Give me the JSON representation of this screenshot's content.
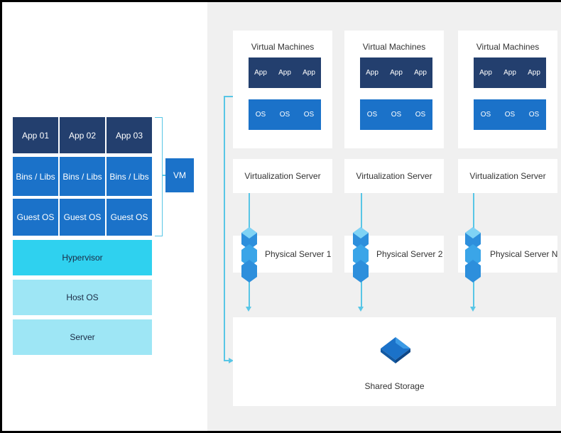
{
  "left_stack": {
    "apps": [
      "App 01",
      "App 02",
      "App 03"
    ],
    "bins": [
      "Bins / Libs",
      "Bins / Libs",
      "Bins / Libs"
    ],
    "guest_os": [
      "Guest OS",
      "Guest OS",
      "Guest OS"
    ],
    "hypervisor": "Hypervisor",
    "host_os": "Host OS",
    "server": "Server",
    "vm_label": "VM"
  },
  "servers": [
    {
      "vm_title": "Virtual Machines",
      "apps": [
        "App",
        "App",
        "App"
      ],
      "os": [
        "OS",
        "OS",
        "OS"
      ],
      "virtualization": "Virtualization Server",
      "physical": "Physical Server 1"
    },
    {
      "vm_title": "Virtual Machines",
      "apps": [
        "App",
        "App",
        "App"
      ],
      "os": [
        "OS",
        "OS",
        "OS"
      ],
      "virtualization": "Virtualization Server",
      "physical": "Physical Server 2"
    },
    {
      "vm_title": "Virtual Machines",
      "apps": [
        "App",
        "App",
        "App"
      ],
      "os": [
        "OS",
        "OS",
        "OS"
      ],
      "virtualization": "Virtualization Server",
      "physical": "Physical Server N"
    }
  ],
  "storage": {
    "label": "Shared Storage",
    "icon": "storage-icon"
  },
  "colors": {
    "navy": "#233f6e",
    "blue": "#1b72c9",
    "cyan": "#2fd1ef",
    "light_cyan": "#9ee6f5",
    "connector": "#58c6e6",
    "panel": "#f0f0f0"
  }
}
